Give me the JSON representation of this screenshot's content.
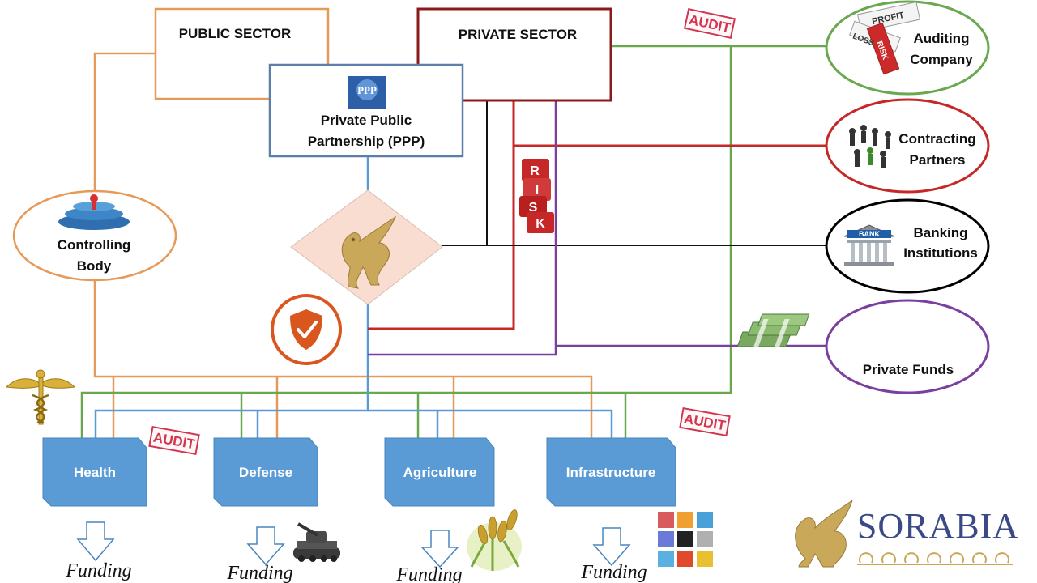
{
  "sectors": {
    "public": "PUBLIC SECTOR",
    "private": "PRIVATE SECTOR"
  },
  "ppp": {
    "logo_text": "PPP",
    "label_line1": "Private Public",
    "label_line2": "Partnership (PPP)"
  },
  "controlling_body": {
    "line1": "Controlling",
    "line2": "Body"
  },
  "risk_letters": [
    "R",
    "I",
    "S",
    "K"
  ],
  "right_nodes": {
    "auditing": {
      "line1": "Auditing",
      "line2": "Company",
      "color": "#6aa84f",
      "cube_words": [
        "PROFIT",
        "RISK",
        "LOSS"
      ]
    },
    "contracting": {
      "line1": "Contracting",
      "line2": "Partners",
      "color": "#c62828"
    },
    "banking": {
      "line1": "Banking",
      "line2": "Institutions",
      "color": "#000000",
      "bank_sign": "BANK"
    },
    "funds": {
      "line1": "Private Funds",
      "color": "#7b3fa0"
    }
  },
  "audit_stamp": "AUDIT",
  "departments": [
    "Health",
    "Defense",
    "Agriculture",
    "Infrastructure"
  ],
  "funding_label": "Funding",
  "brand": {
    "name": "SORABIA"
  },
  "colors": {
    "orange": "#e59a5a",
    "dark_red": "#8b1a1a",
    "red": "#c62828",
    "blue": "#5b9bd5",
    "green": "#6aa84f",
    "purple": "#7b3fa0",
    "dept_fill": "#5b9bd5"
  },
  "icons": [
    "caduceus-icon",
    "shield-check-icon",
    "griffin-icon",
    "people-crowd-icon",
    "tank-icon",
    "wheat-icon",
    "infrastructure-tiles-icon",
    "money-stack-icon",
    "bank-building-icon",
    "risk-dice-icon"
  ]
}
